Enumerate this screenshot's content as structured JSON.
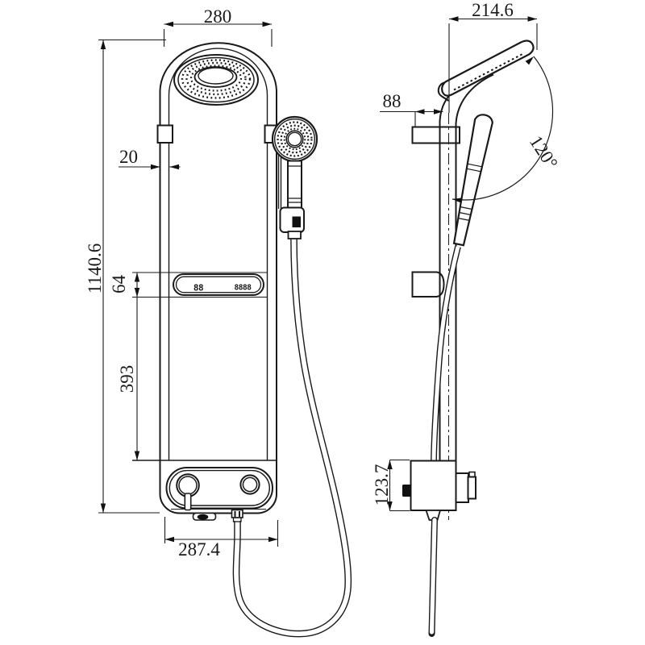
{
  "meta": {
    "drawing_type": "two-view technical dimension drawing",
    "product": "thermostatic shower panel with rain head and hand shower",
    "line_color": "#1a1a1a",
    "background_color": "#ffffff"
  },
  "front_view": {
    "name": "front view",
    "dims": {
      "top_width": "280",
      "rail_width": "20",
      "overall_height": "1140.6",
      "display_height": "64",
      "display_to_controls": "393",
      "bottom_width": "287.4"
    },
    "display": {
      "left_digits": "88",
      "right_digits": "8888"
    }
  },
  "side_view": {
    "name": "side view",
    "dims": {
      "head_reach": "214.6",
      "wall_offset": "88",
      "valve_height": "123.7",
      "head_swivel_angle": "120°"
    }
  }
}
